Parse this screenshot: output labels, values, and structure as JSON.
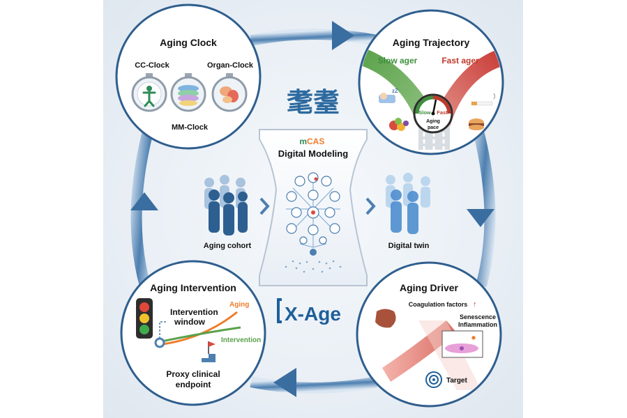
{
  "center": {
    "chinese_title": "耄耋",
    "brand_prefix": "m",
    "brand_suffix": "CAS",
    "subtitle": "Digital Modeling",
    "logo": "X-Age",
    "cohort_label": "Aging cohort",
    "twin_label": "Digital twin"
  },
  "aging_clock": {
    "title": "Aging Clock",
    "cc_label": "CC-Clock",
    "organ_label": "Organ-Clock",
    "mm_label": "MM-Clock"
  },
  "aging_trajectory": {
    "title": "Aging Trajectory",
    "slow_label": "Slow ager",
    "fast_label": "Fast ager",
    "gauge_slow": "Slow",
    "gauge_fast": "Fast",
    "gauge_line1": "Aging",
    "gauge_line2": "pace",
    "sleep_glyph": "zZ"
  },
  "aging_driver": {
    "title": "Aging Driver",
    "coag_label": "Coagulation factors",
    "arrow_up": "↑",
    "senescence_label": "Senescence",
    "inflammation_label": "Inflammation",
    "target_label": "Target"
  },
  "aging_intervention": {
    "title": "Aging Intervention",
    "window_line1": "Intervention",
    "window_line2": "window",
    "aging_curve_label": "Aging",
    "intervention_curve_label": "Intervention",
    "endpoint_line1": "Proxy clinical",
    "endpoint_line2": "endpoint"
  },
  "colors": {
    "ring_dark": "#3a6da0",
    "ring_light": "#b9cde3",
    "title_blue": "#1f5f99",
    "orange": "#f07c2c",
    "green": "#3e8f3c",
    "red": "#c0392b"
  }
}
